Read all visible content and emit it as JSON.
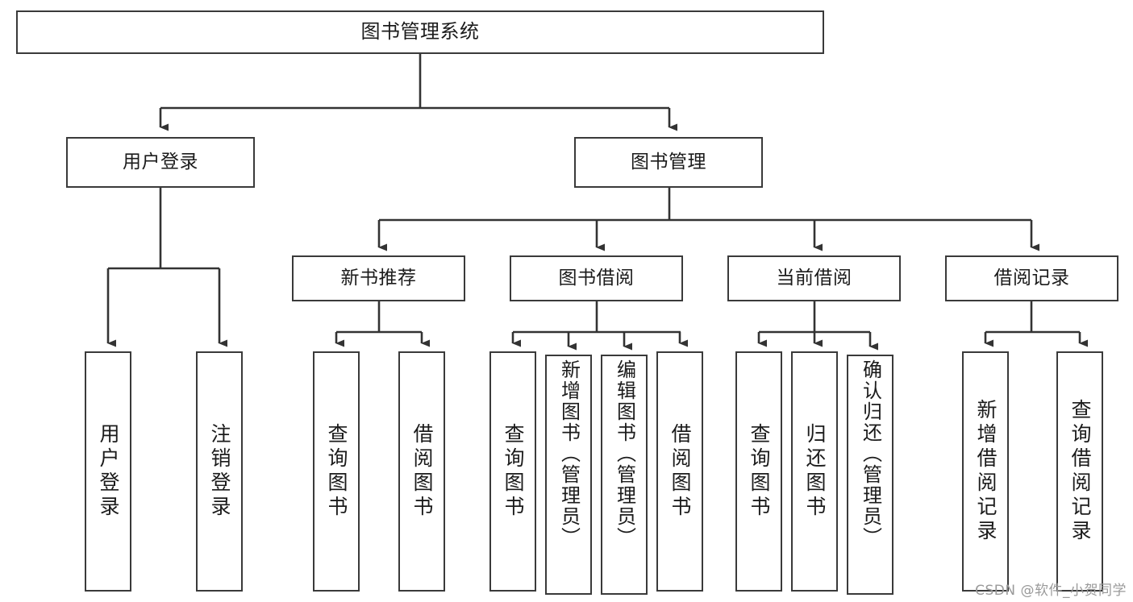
{
  "diagram": {
    "title": "图书管理系统",
    "type": "tree",
    "watermark": "CSDN @软件_小贺同学",
    "colors": {
      "box_border": "#3a3a3a",
      "box_fill": "#ffffff",
      "edge": "#333333",
      "text": "#1b1b1b",
      "watermark": "#9a9a9a",
      "background": "#ffffff"
    },
    "root": {
      "label": "图书管理系统"
    },
    "level2": [
      {
        "label": "用户登录"
      },
      {
        "label": "图书管理"
      }
    ],
    "level3": [
      {
        "label": "新书推荐"
      },
      {
        "label": "图书借阅"
      },
      {
        "label": "当前借阅"
      },
      {
        "label": "借阅记录"
      }
    ],
    "leaves": {
      "user_login": [
        {
          "label": "用户登录"
        },
        {
          "label": "注销登录"
        }
      ],
      "new_book_recommend": [
        {
          "label": "查询图书"
        },
        {
          "label": "借阅图书"
        }
      ],
      "book_borrow": [
        {
          "label": "查询图书"
        },
        {
          "label": "新增图书（管理员）"
        },
        {
          "label": "编辑图书（管理员）"
        },
        {
          "label": "借阅图书"
        }
      ],
      "current_borrow": [
        {
          "label": "查询图书"
        },
        {
          "label": "归还图书"
        },
        {
          "label": "确认归还（管理员）"
        }
      ],
      "borrow_record": [
        {
          "label": "新增借阅记录"
        },
        {
          "label": "查询借阅记录"
        }
      ]
    }
  }
}
